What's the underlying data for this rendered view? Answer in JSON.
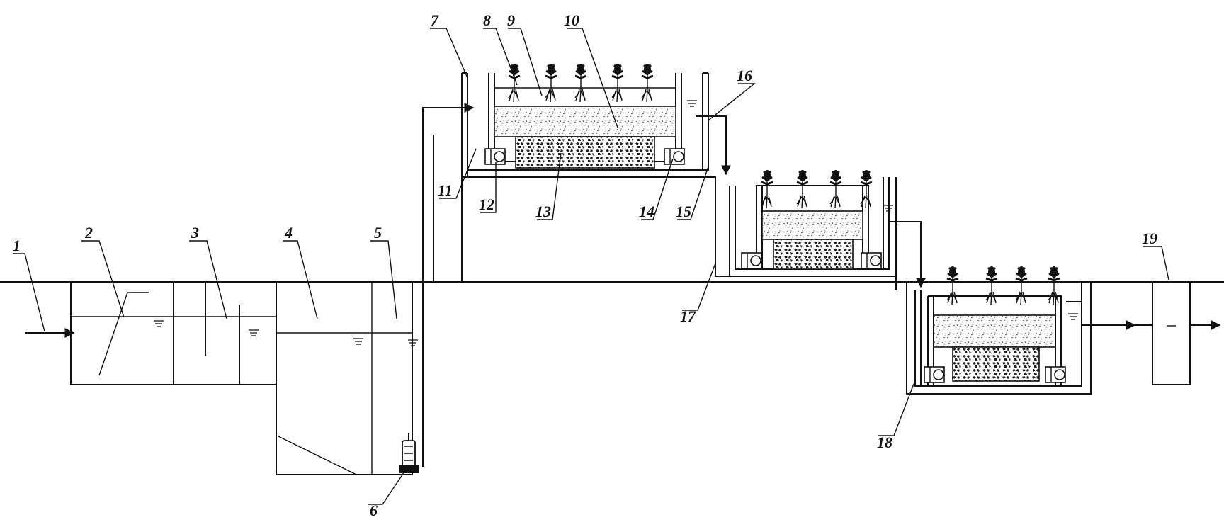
{
  "labels": {
    "l1": "1",
    "l2": "2",
    "l3": "3",
    "l4": "4",
    "l5": "5",
    "l6": "6",
    "l7": "7",
    "l8": "8",
    "l9": "9",
    "l10": "10",
    "l11": "11",
    "l12": "12",
    "l13": "13",
    "l14": "14",
    "l15": "15",
    "l16": "16",
    "l17": "17",
    "l18": "18",
    "l19": "19"
  },
  "icons": [
    "water-level-icon",
    "plant-icon",
    "pump-icon",
    "flow-arrow-icon",
    "gravel-layer",
    "sand-layer"
  ]
}
